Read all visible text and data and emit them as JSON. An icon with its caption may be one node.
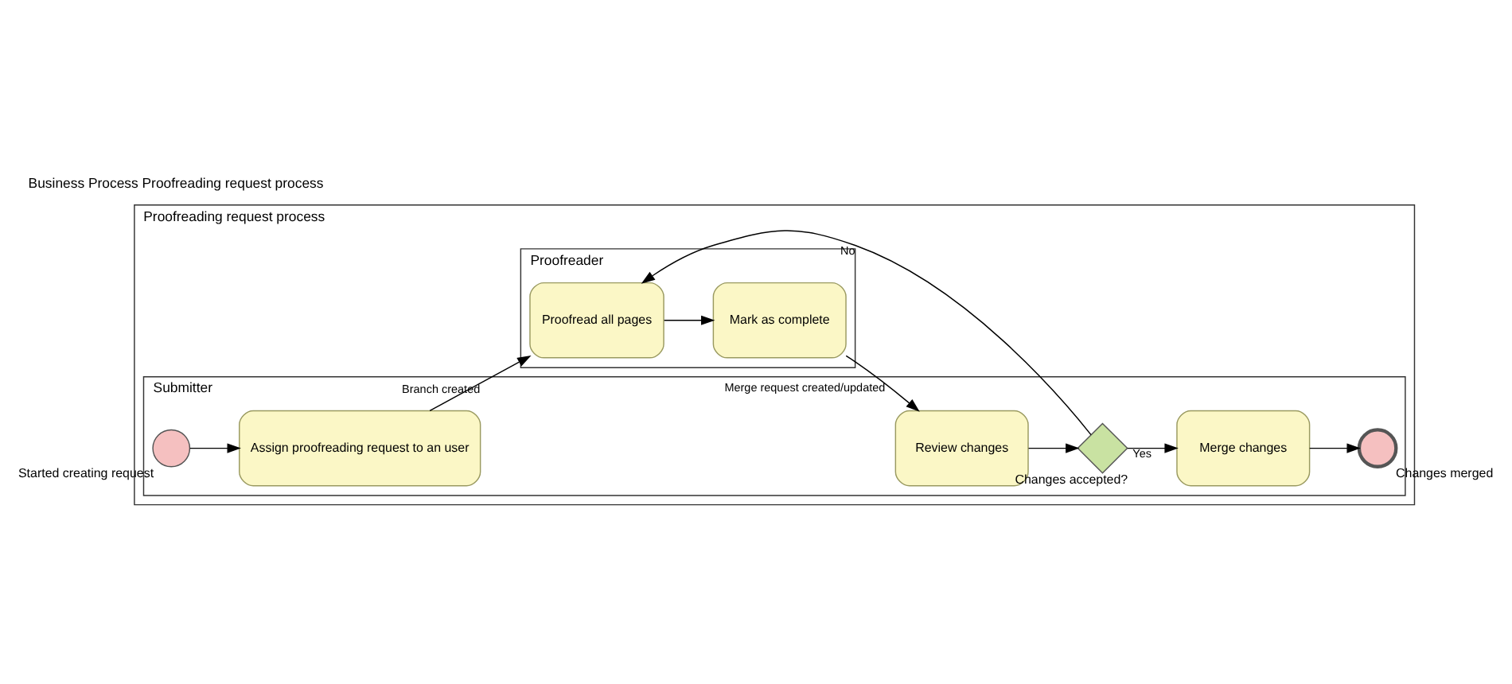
{
  "diagram": {
    "title": "Business Process Proofreading request process",
    "nodes": [
      {
        "text": [
          "Proofreading request process"
        ]
      },
      {
        "text": [
          "Submitter"
        ],
        "in": 0
      },
      {
        "text": [],
        "shape": "circle",
        "in": 1,
        "beside": [
          "Started creating request"
        ]
      },
      {
        "text": [
          "Assign proofreading request to an user"
        ],
        "in": 1
      },
      {
        "text": [
          "Review changes"
        ],
        "in": 1
      },
      {
        "text": [],
        "shape": "diamond",
        "in": 1,
        "beside": [
          "Changes accepted?"
        ]
      },
      {
        "text": [
          "Merge changes"
        ],
        "in": 1
      },
      {
        "text": [],
        "shape": "circle",
        "in": 1,
        "beside": [
          "Changes merged"
        ]
      },
      {
        "text": [
          "Proofreader"
        ],
        "in": 0
      },
      {
        "text": [
          "Proofread all pages"
        ],
        "in": 8
      },
      {
        "text": [
          "Mark as complete"
        ],
        "in": 8
      }
    ],
    "edges": [
      {
        "from": 2,
        "to": 3,
        "arrow": "to"
      },
      {
        "from": 3,
        "to": 9,
        "arrow": "to",
        "label": "Branch created"
      },
      {
        "from": 9,
        "to": 10,
        "arrow": "to"
      },
      {
        "from": 10,
        "to": 4,
        "arrow": "to",
        "label": "Merge request created/updated"
      },
      {
        "from": 4,
        "to": 5,
        "arrow": "to"
      },
      {
        "from": 5,
        "to": 6,
        "arrow": "to",
        "label": "Yes"
      },
      {
        "from": 5,
        "to": 9,
        "arrow": "to",
        "label": "No"
      },
      {
        "from": 6,
        "to": 7,
        "arrow": "to"
      }
    ]
  }
}
